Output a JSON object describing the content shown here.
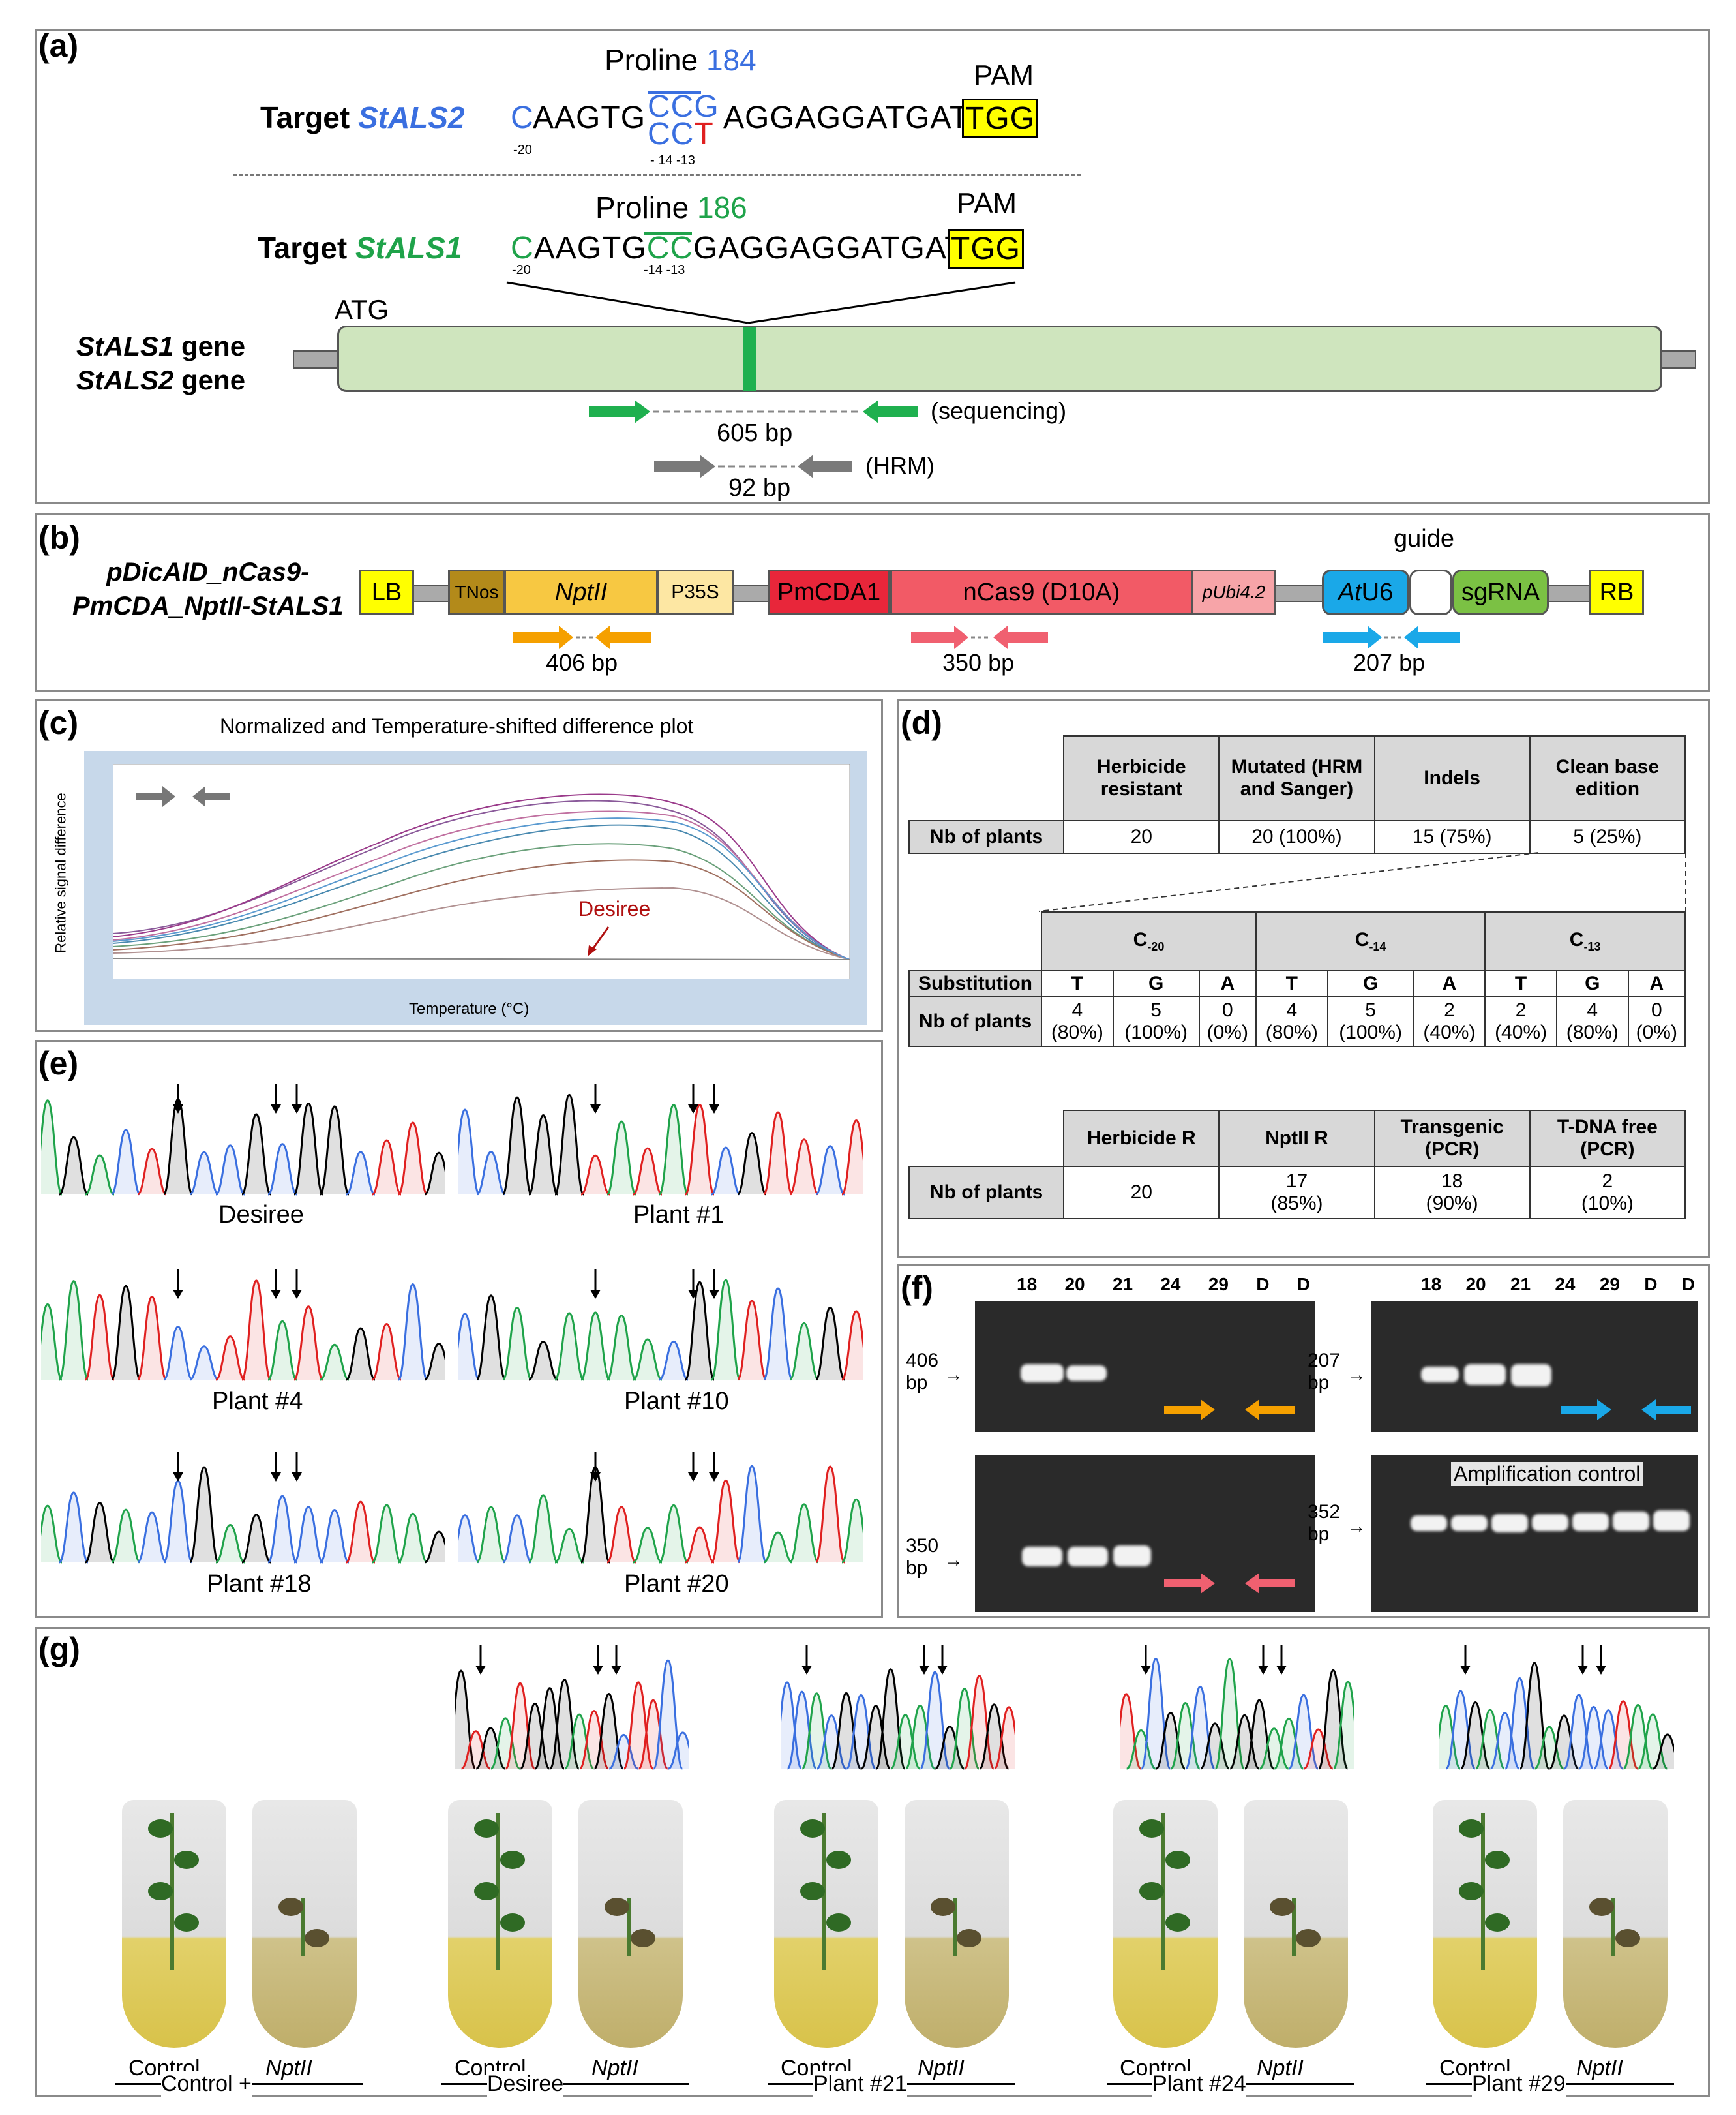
{
  "colors": {
    "blue": "#3a6fe0",
    "green": "#1fa34a",
    "red": "#e02020",
    "yellow": "#ffff00",
    "gene": "#cfe5be",
    "geneEdge": "#555555",
    "arrowGreen": "#1fb04f",
    "arrowGrey": "#7a7a7a",
    "orange": "#f5a000",
    "pink": "#f06070",
    "cyan": "#1aa8e8"
  },
  "panel_a": {
    "label": "(a)",
    "target2": {
      "prefix": "Target ",
      "gene": "StALS2",
      "seq1": "C",
      "seq2": "AAGTG",
      "seq_top": "CCG",
      "seq_bot_cc": "CC",
      "seq_bot_t": "T",
      "seq3": "AGGAGGATGAT",
      "pam": "TGG",
      "pos20": "-20",
      "pos14": "- 14 -13",
      "proline": "Proline ",
      "proline_num": "184",
      "pam_label": "PAM"
    },
    "target1": {
      "prefix": "Target ",
      "gene": "StALS1",
      "seq1": "C",
      "seq2": "AAGTG",
      "seq_cc": "CC",
      "seq3": "GAGGAGGATGAT",
      "pam": "TGG",
      "pos20": "-20",
      "pos14": "-14 -13",
      "proline": "Proline ",
      "proline_num": "186",
      "pam_label": "PAM"
    },
    "atg": "ATG",
    "gene1": "StALS1",
    "gene2": "StALS2",
    "gene_suffix": " gene",
    "seq_primer": "(sequencing)",
    "seq_bp": "605 bp",
    "hrm_primer": "(HRM)",
    "hrm_bp": "92 bp"
  },
  "panel_b": {
    "label": "(b)",
    "construct1": "pDicAID_nCas9-",
    "construct2": "PmCDA_NptII-StALS1",
    "lb": "LB",
    "tnos": "TNos",
    "nptii": "NptII",
    "p35s": "P35S",
    "pmcda": "PmCDA1",
    "ncas9": "nCas9 (D10A)",
    "pubi": "pUbi4.2",
    "atu6_at": "At",
    "atu6_u": "U6",
    "guide": "guide",
    "sgrna": "sgRNA",
    "rb": "RB",
    "bp406": "406 bp",
    "bp350": "350 bp",
    "bp207": "207 bp"
  },
  "panel_c": {
    "label": "(c)",
    "title": "Normalized and Temperature-shifted difference plot",
    "ylabel": "Relative signal difference",
    "xlabel": "Temperature (°C)",
    "annotation": "Desiree"
  },
  "panel_d": {
    "label": "(d)",
    "table1": {
      "headers": [
        "Herbicide resistant",
        "Mutated (HRM and Sanger)",
        "Indels",
        "Clean base edition"
      ],
      "rowlabel": "Nb of plants",
      "values": [
        "20",
        "20 (100%)",
        "15 (75%)",
        "5 (25%)"
      ]
    },
    "table2": {
      "groups": [
        "C-20",
        "C-14",
        "C-13"
      ],
      "group_base": "C",
      "group_sub": [
        "-20",
        "-14",
        "-13"
      ],
      "sub_label": "Substitution",
      "bases": [
        "T",
        "G",
        "A",
        "T",
        "G",
        "A",
        "T",
        "G",
        "A"
      ],
      "rowlabel": "Nb of plants",
      "counts": [
        "4",
        "5",
        "0",
        "4",
        "5",
        "2",
        "2",
        "4",
        "0"
      ],
      "pcts": [
        "(80%)",
        "(100%)",
        "(0%)",
        "(80%)",
        "(100%)",
        "(40%)",
        "(40%)",
        "(80%)",
        "(0%)"
      ]
    },
    "table3": {
      "headers": [
        "Herbicide R",
        "NptII R",
        "Transgenic (PCR)",
        "T-DNA free (PCR)"
      ],
      "rowlabel": "Nb of plants",
      "counts": [
        "20",
        "17",
        "18",
        "2"
      ],
      "pcts": [
        "",
        "(85%)",
        "(90%)",
        "(10%)"
      ]
    }
  },
  "panel_e": {
    "label": "(e)",
    "samples": [
      "Desiree",
      "Plant #1",
      "Plant #4",
      "Plant #10",
      "Plant #18",
      "Plant #20"
    ]
  },
  "panel_f": {
    "label": "(f)",
    "lanes": [
      "18",
      "20",
      "21",
      "24",
      "29",
      "D",
      "D"
    ],
    "gel1_size": "406",
    "gel2_size": "207",
    "gel3_size": "350",
    "gel4_size": "352",
    "bp": "bp",
    "amp_control": "Amplification control"
  },
  "panel_g": {
    "label": "(g)",
    "control": "Control",
    "nptii": "NptII",
    "groups": [
      "Control +",
      "Desiree",
      "Plant #21",
      "Plant #24",
      "Plant #29"
    ]
  }
}
